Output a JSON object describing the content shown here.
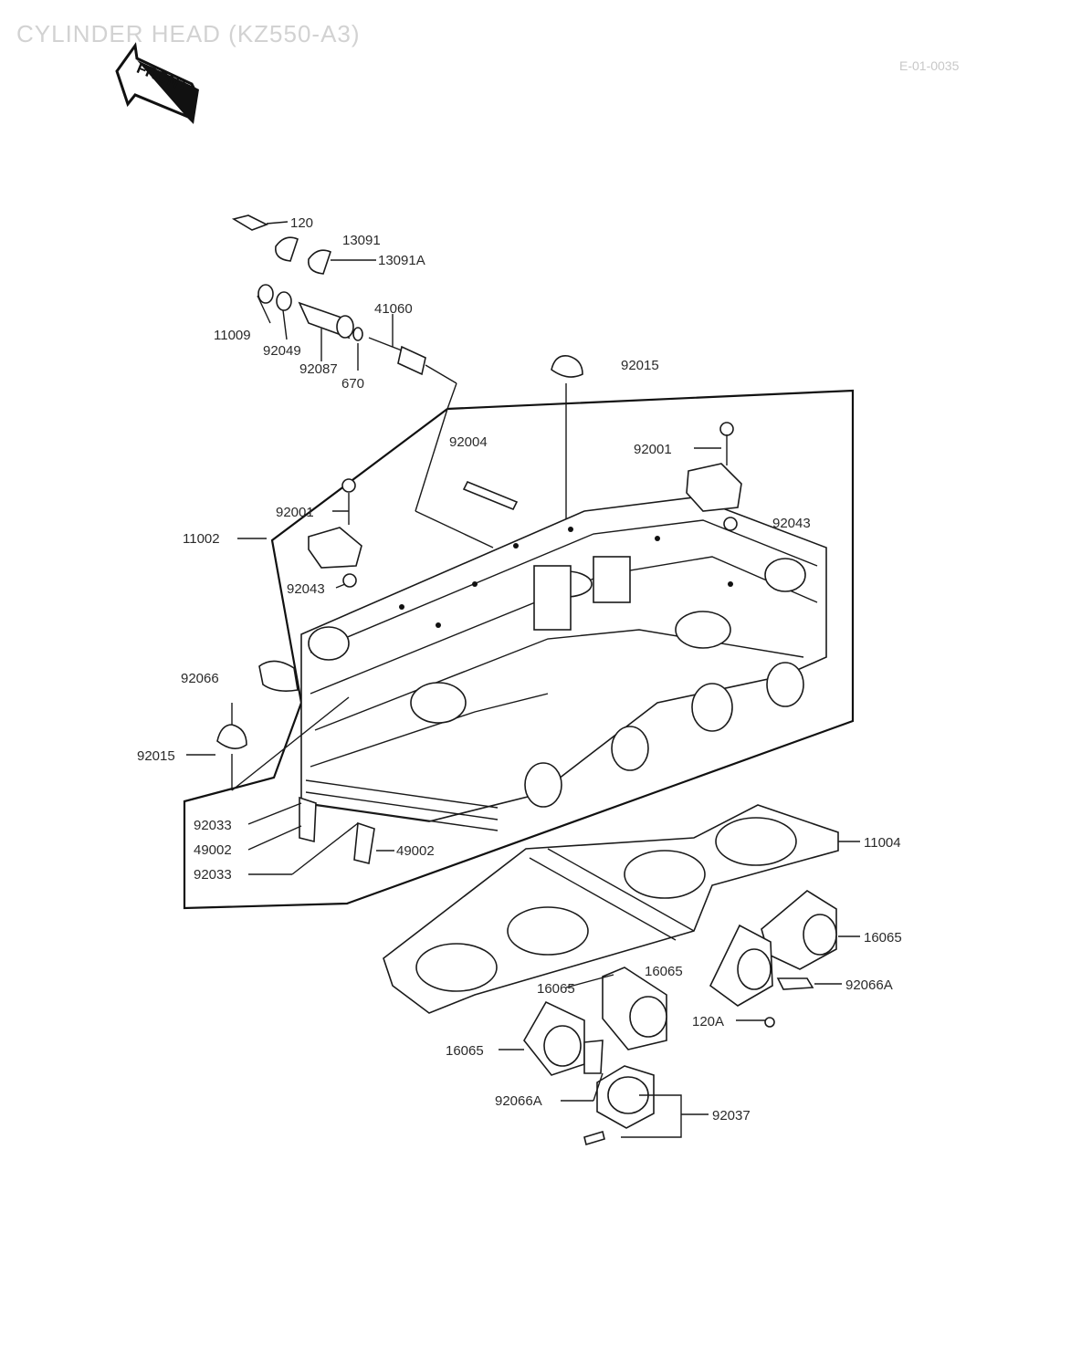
{
  "title": "CYLINDER HEAD (KZ550-A3)",
  "reference": "E-01-0035",
  "front_label": "FRONT",
  "callouts": [
    {
      "id": "c-120",
      "text": "120"
    },
    {
      "id": "c-13091",
      "text": "13091"
    },
    {
      "id": "c-13091A",
      "text": "13091A"
    },
    {
      "id": "c-11009",
      "text": "11009"
    },
    {
      "id": "c-92049",
      "text": "92049"
    },
    {
      "id": "c-92087",
      "text": "92087"
    },
    {
      "id": "c-670",
      "text": "670"
    },
    {
      "id": "c-41060",
      "text": "41060"
    },
    {
      "id": "c-92015-top",
      "text": "92015"
    },
    {
      "id": "c-92004",
      "text": "92004"
    },
    {
      "id": "c-92001-right",
      "text": "92001"
    },
    {
      "id": "c-92043-right",
      "text": "92043"
    },
    {
      "id": "c-92001-left",
      "text": "92001"
    },
    {
      "id": "c-11002",
      "text": "11002"
    },
    {
      "id": "c-92043-left",
      "text": "92043"
    },
    {
      "id": "c-92066",
      "text": "92066"
    },
    {
      "id": "c-92015-left",
      "text": "92015"
    },
    {
      "id": "c-92033-a",
      "text": "92033"
    },
    {
      "id": "c-49002-a",
      "text": "49002"
    },
    {
      "id": "c-49002-b",
      "text": "49002"
    },
    {
      "id": "c-92033-b",
      "text": "92033"
    },
    {
      "id": "c-11004",
      "text": "11004"
    },
    {
      "id": "c-16065-a",
      "text": "16065"
    },
    {
      "id": "c-16065-b",
      "text": "16065"
    },
    {
      "id": "c-16065-c",
      "text": "16065"
    },
    {
      "id": "c-16065-d",
      "text": "16065"
    },
    {
      "id": "c-92066A-right",
      "text": "92066A"
    },
    {
      "id": "c-120A",
      "text": "120A"
    },
    {
      "id": "c-92066A-bottom",
      "text": "92066A"
    },
    {
      "id": "c-92037",
      "text": "92037"
    }
  ]
}
